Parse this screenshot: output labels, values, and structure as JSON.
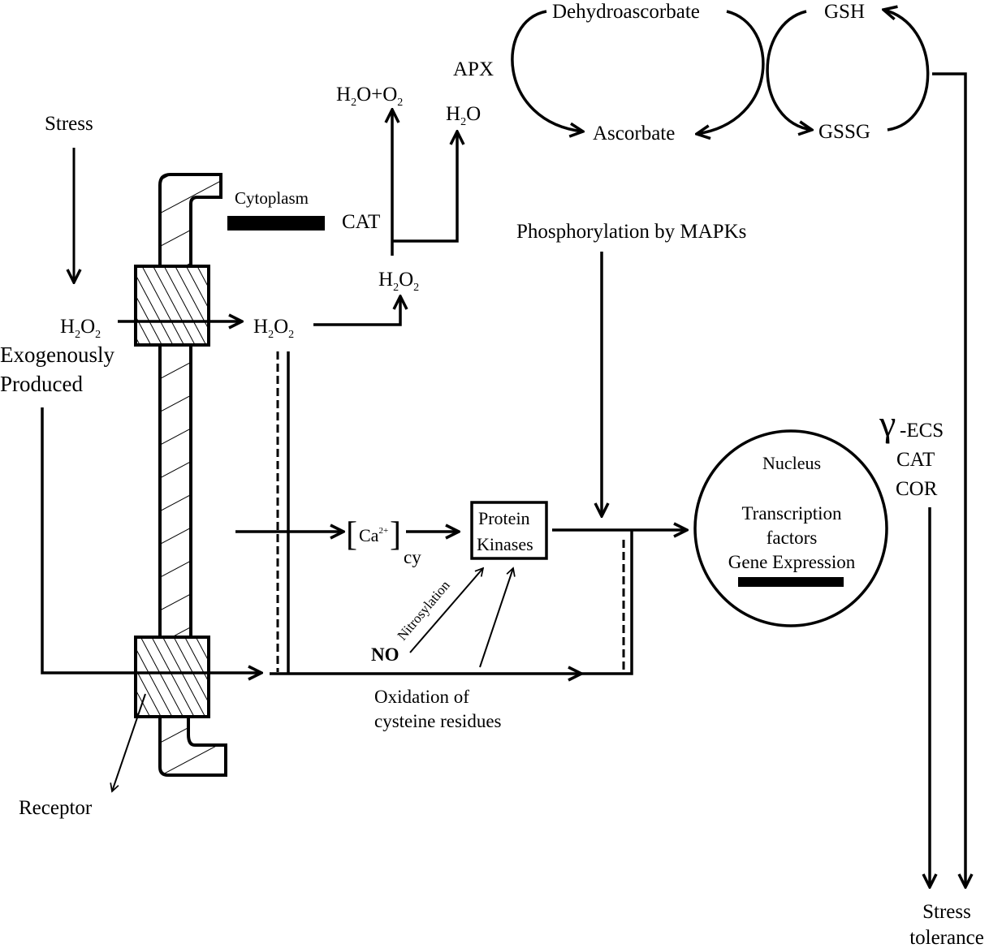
{
  "labels": {
    "stress": "Stress",
    "h2o2_outside_base": "H",
    "exogenous_line1": "Exogenously",
    "exogenous_line2": "Produced",
    "cytoplasm": "Cytoplasm",
    "cat_top": "CAT",
    "h2o_o2": "H2O+O2",
    "h2o": "H2O",
    "h2o2_inner": "H2O2",
    "h2o2_upper": "H2O2",
    "apx": "APX",
    "dehydroascorbate": "Dehydroascorbate",
    "ascorbate": "Ascorbate",
    "gsh": "GSH",
    "gssg": "GSSG",
    "phosphorylation": "Phosphorylation by MAPKs",
    "ca": "Ca",
    "ca_sup": "2+",
    "ca_sub": "cy",
    "protein_kinases_line1": "Protein",
    "protein_kinases_line2": "Kinases",
    "no": "NO",
    "nitrosylation": "Nitrosylation",
    "oxidation_line1": "Oxidation of",
    "oxidation_line2": "cysteine residues",
    "nucleus": "Nucleus",
    "transcription": "Transcription",
    "factors": "factors",
    "gene_expression": "Gene Expression",
    "gamma": "γ",
    "ecs": "-ECS",
    "cat_right": "CAT",
    "cor": "COR",
    "receptor": "Receptor",
    "stress_tolerance_line1": "Stress",
    "stress_tolerance_line2": "tolerance"
  },
  "chem": {
    "h": "H",
    "o": "O",
    "two": "2",
    "plus_o": "O+O"
  }
}
